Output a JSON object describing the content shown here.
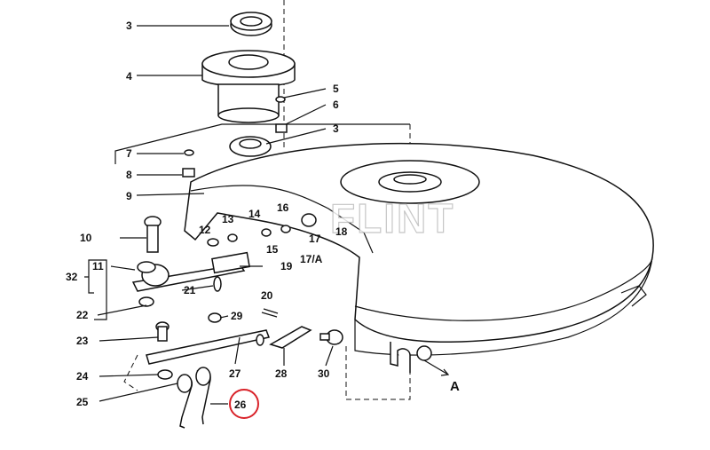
{
  "watermark": "FLINT",
  "labels": {
    "l3a": "3",
    "l4": "4",
    "l5": "5",
    "l6": "6",
    "l3b": "3",
    "l7": "7",
    "l8": "8",
    "l9": "9",
    "l10": "10",
    "l11": "11",
    "l32": "32",
    "l22": "22",
    "l23": "23",
    "l24": "24",
    "l25": "25",
    "l12": "12",
    "l13": "13",
    "l14": "14",
    "l15": "15",
    "l16": "16",
    "l17": "17",
    "l17a": "17/A",
    "l18": "18",
    "l19": "19",
    "l20": "20",
    "l21": "21",
    "l26": "26",
    "l27": "27",
    "l28": "28",
    "l29": "29",
    "l30": "30",
    "lA": "A"
  },
  "highlight": {
    "label": "26",
    "color": "#d9232a"
  }
}
